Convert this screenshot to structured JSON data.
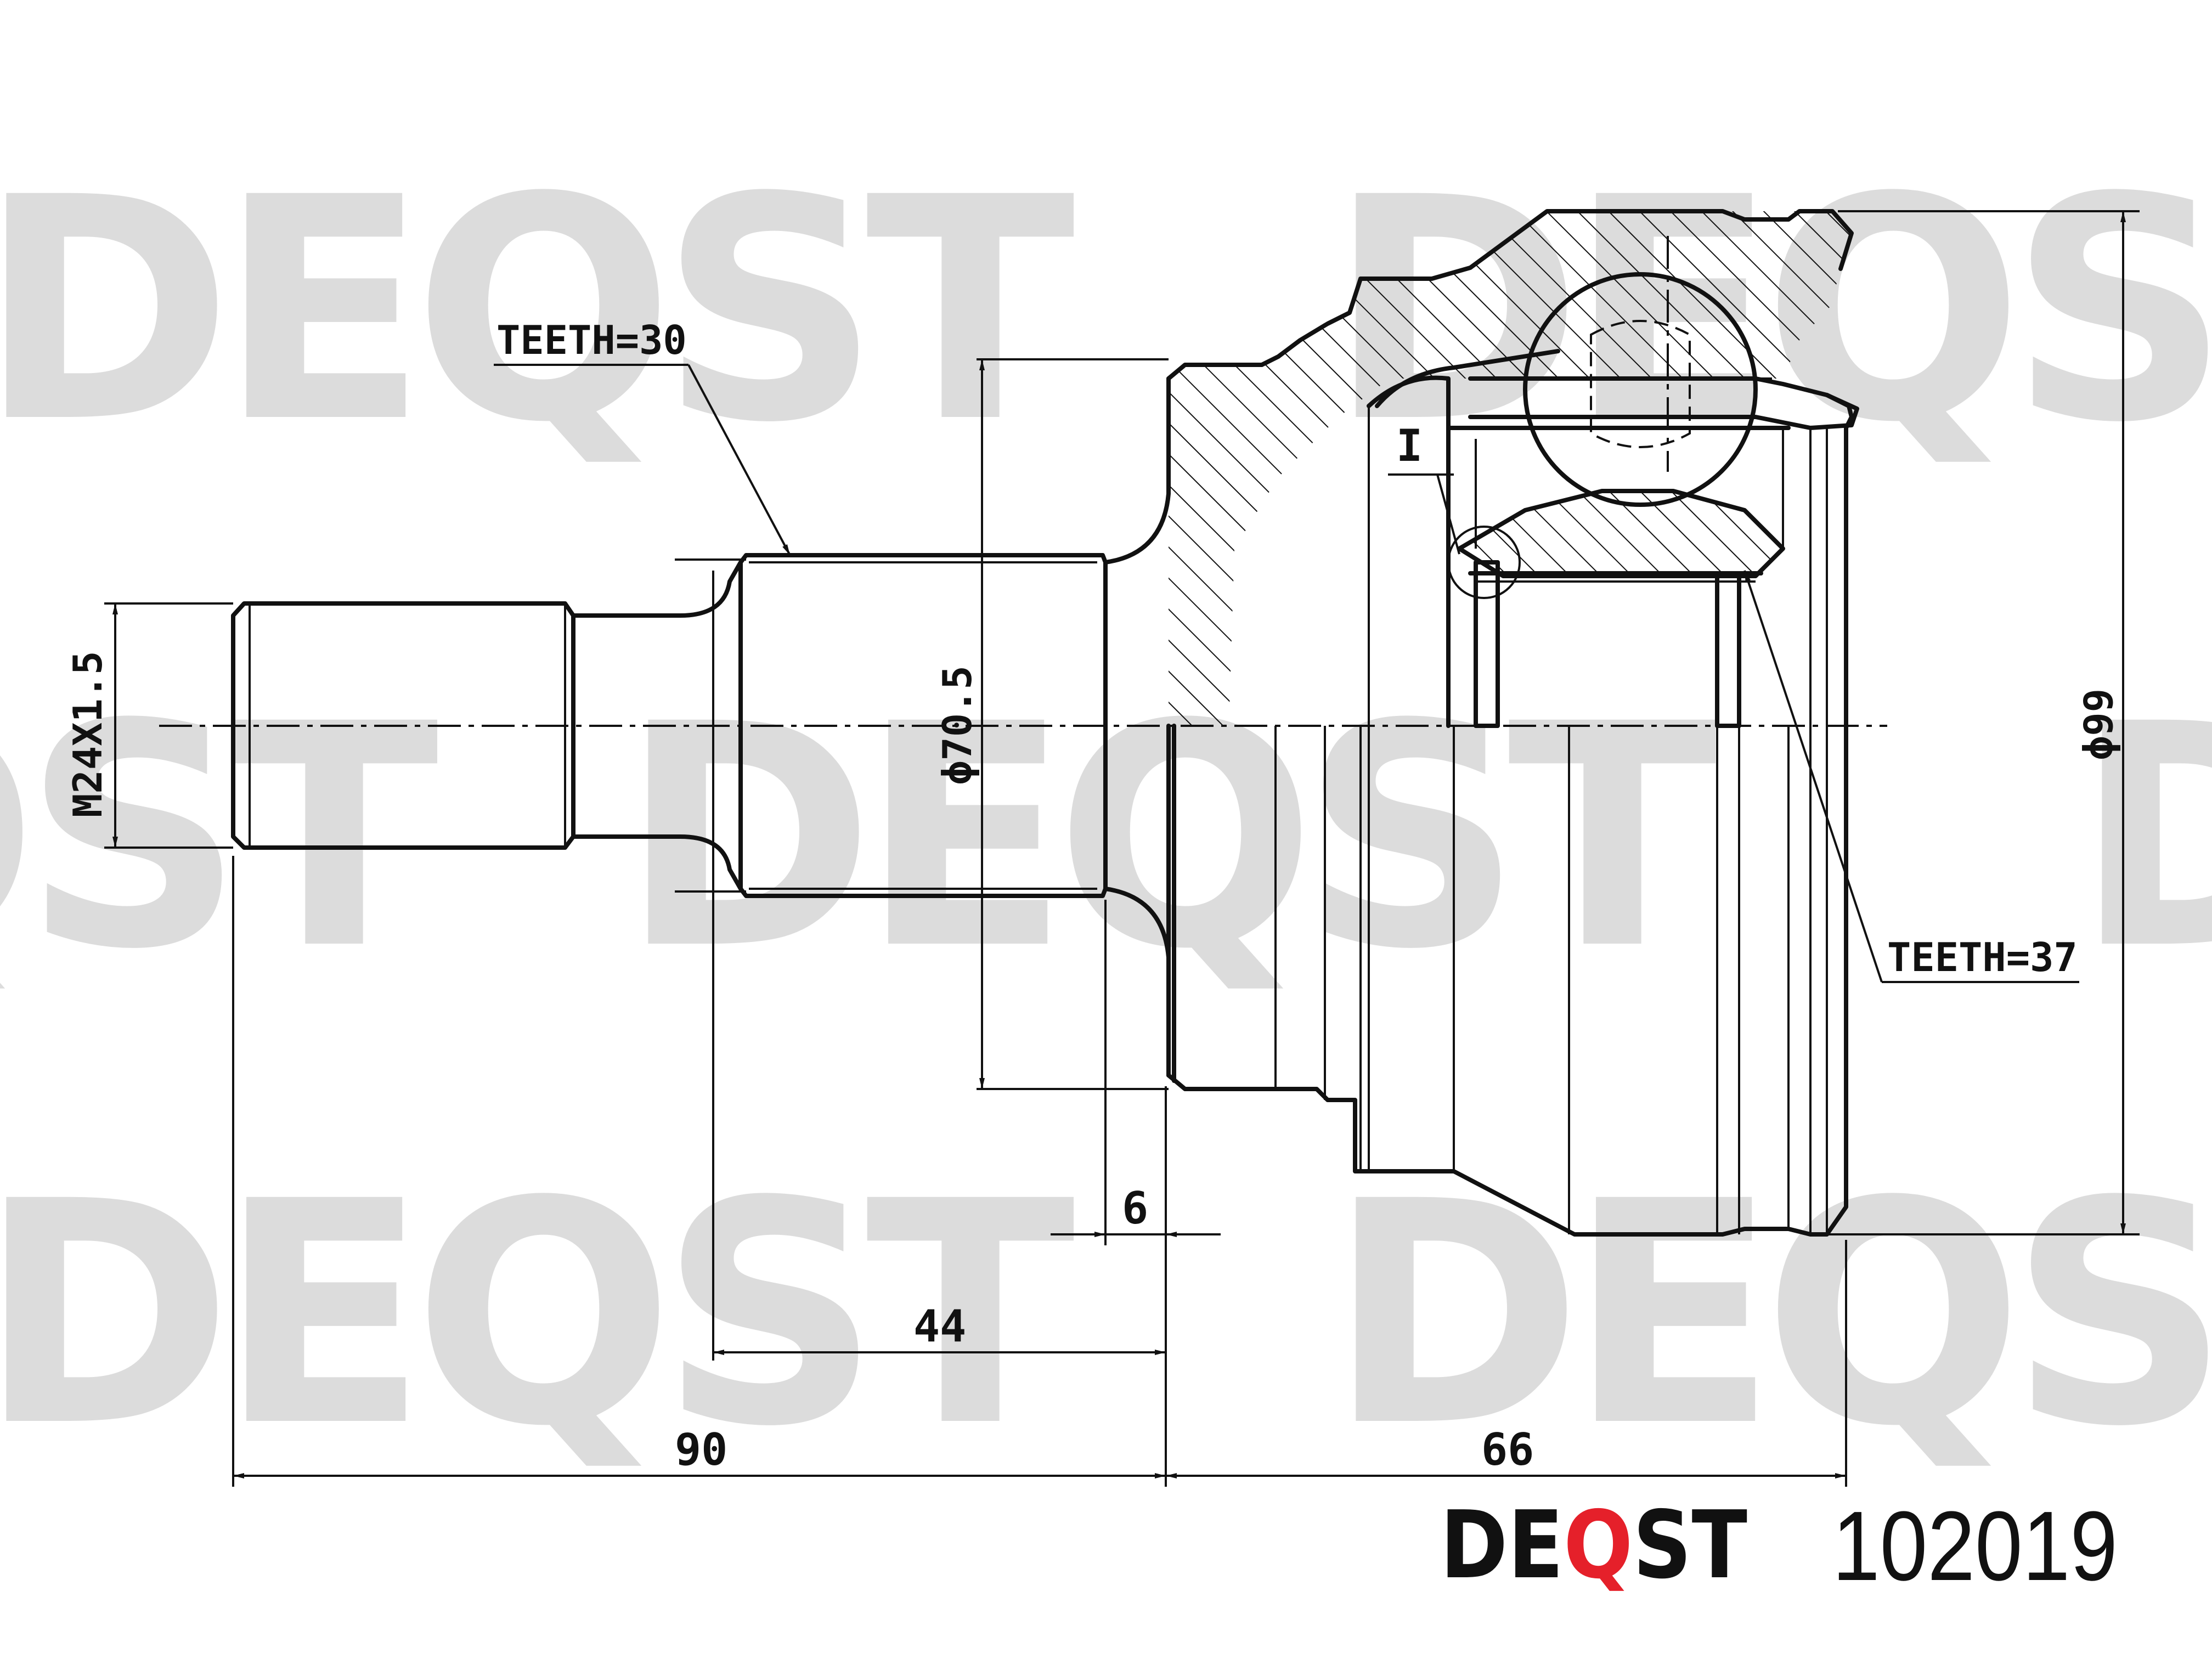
{
  "watermark": {
    "text": "DEQST",
    "color": "#dcdcdc"
  },
  "labels": {
    "teeth_shaft": "TEETH=30",
    "teeth_bore": "TEETH=37",
    "thread": "M24X1.5",
    "dia_shaft": "ϕ70.5",
    "dia_outer": "ϕ99",
    "detail_marker": "I",
    "dim_6": "6",
    "dim_44": "44",
    "dim_90": "90",
    "dim_66": "66"
  },
  "brand": {
    "prefix": "DE",
    "accent": "Q",
    "suffix": "ST",
    "accent_color": "#e5202a",
    "text_color": "#111111"
  },
  "part_number": "102019"
}
